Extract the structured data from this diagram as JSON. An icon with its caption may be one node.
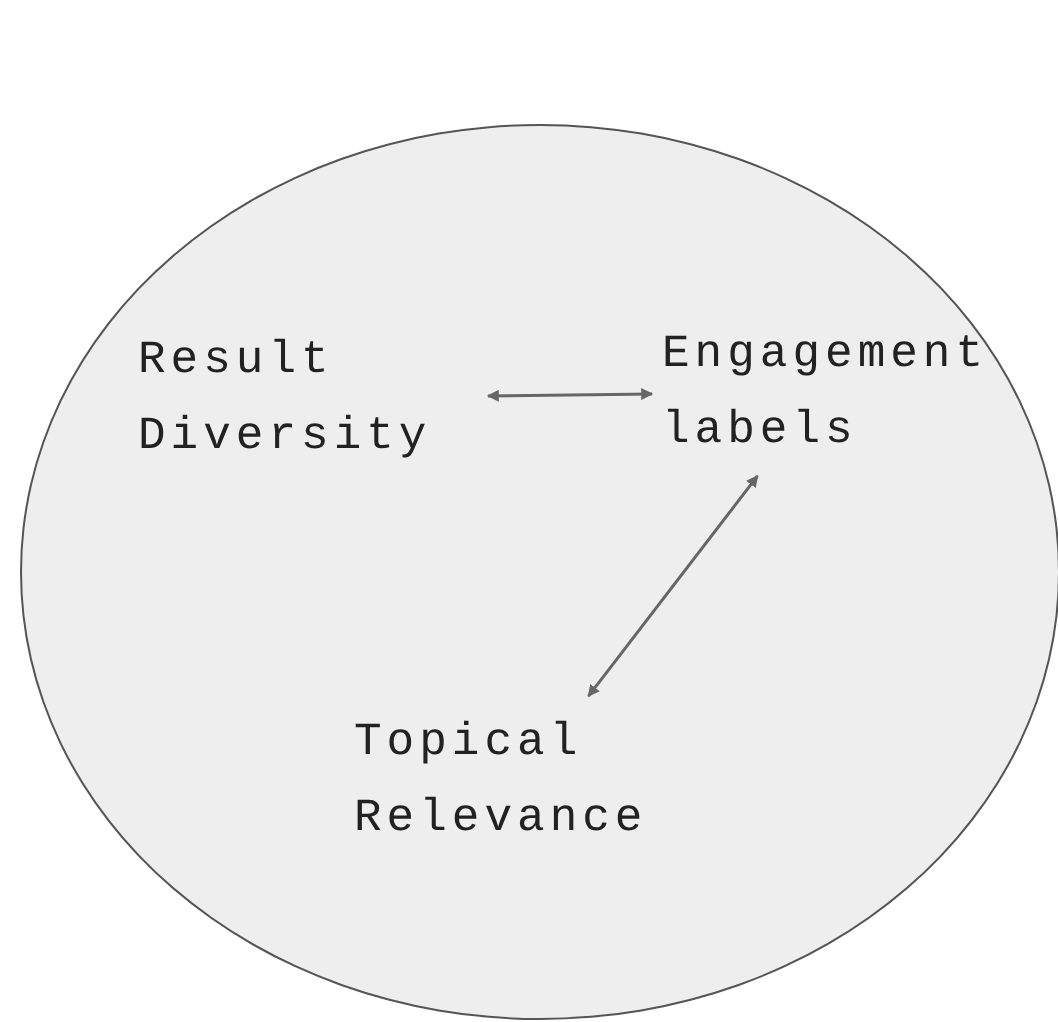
{
  "diagram": {
    "nodes": [
      {
        "text": [],
        "shape": "circle"
      },
      {
        "text": [
          "Result Diversity"
        ],
        "in": 0
      },
      {
        "text": [
          "Engagement labels"
        ],
        "in": 0
      },
      {
        "text": [
          "Topical Relevance"
        ],
        "in": 0
      }
    ],
    "edges": [
      {
        "from": 1,
        "to": 2,
        "arrow": "both"
      },
      {
        "from": 2,
        "to": 3,
        "arrow": "both"
      }
    ]
  }
}
